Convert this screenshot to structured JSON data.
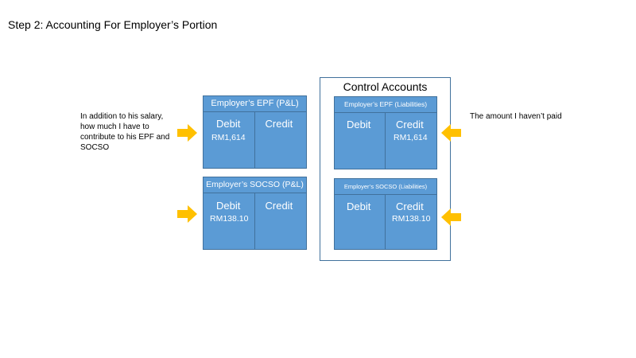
{
  "title": "Step 2: Accounting For Employer’s Portion",
  "note_left": "In addition to his salary, how much I have to contribute to his EPF and SOCSO",
  "note_right": "The amount I haven’t paid",
  "control_accounts_title": "Control Accounts",
  "accounts": {
    "epf_pl": {
      "title": "Employer’s EPF (P&L)",
      "debit_label": "Debit",
      "credit_label": "Credit",
      "debit_amount": "RM1,614",
      "credit_amount": ""
    },
    "socso_pl": {
      "title": "Employer’s SOCSO (P&L)",
      "debit_label": "Debit",
      "credit_label": "Credit",
      "debit_amount": "RM138.10",
      "credit_amount": ""
    },
    "epf_liab": {
      "title": "Employer’s EPF (Liabilities)",
      "debit_label": "Debit",
      "credit_label": "Credit",
      "debit_amount": "",
      "credit_amount": "RM1,614"
    },
    "socso_liab": {
      "title": "Employer’s SOCSO (Liabilities)",
      "debit_label": "Debit",
      "credit_label": "Credit",
      "debit_amount": "",
      "credit_amount": "RM138.10"
    }
  },
  "colors": {
    "account_fill": "#5b9bd5",
    "account_border": "#41719c",
    "arrow": "#ffc000"
  }
}
